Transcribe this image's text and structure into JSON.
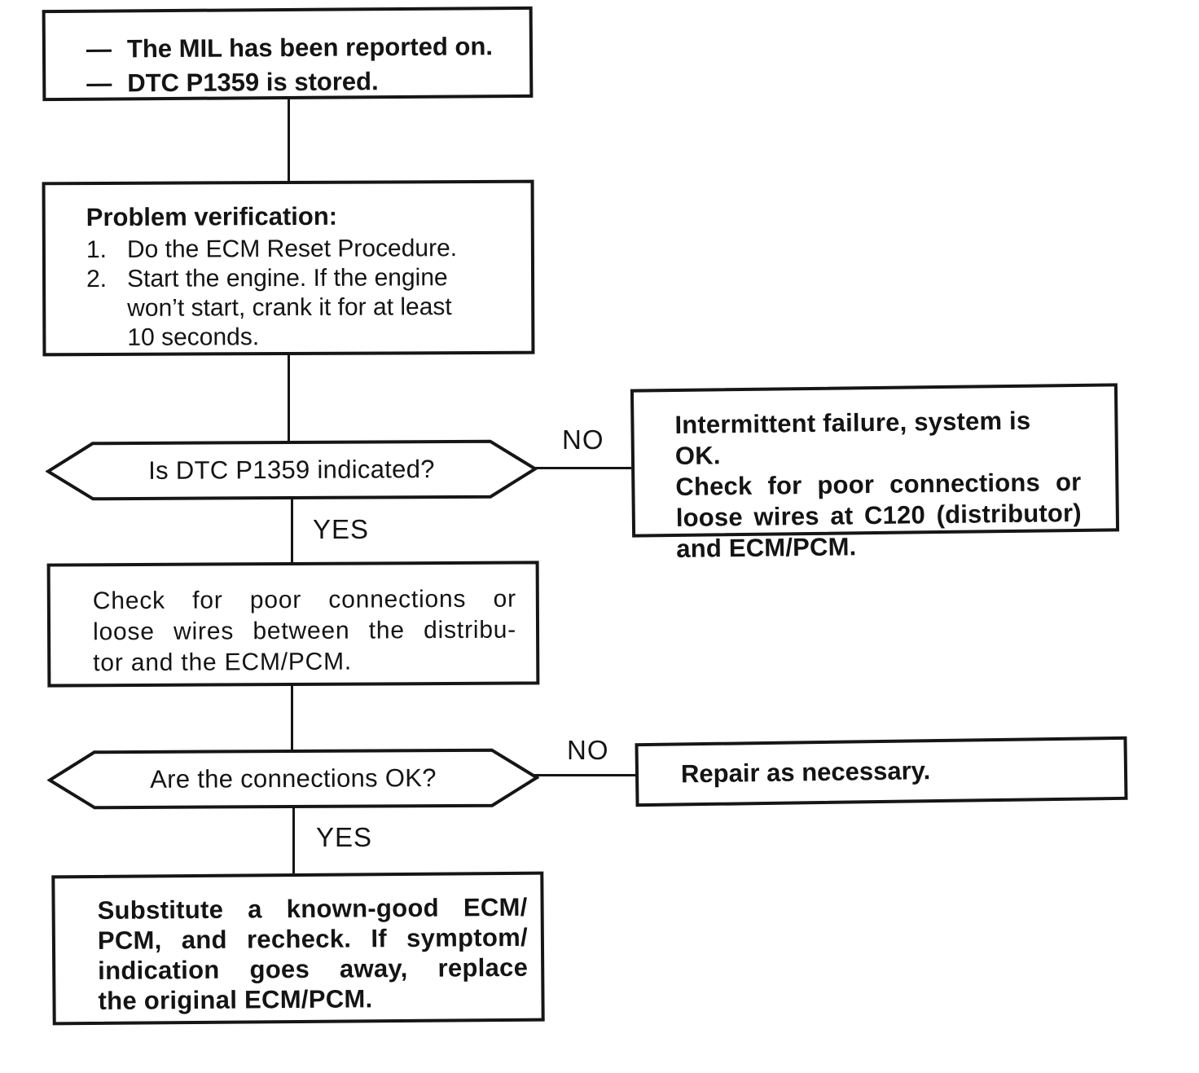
{
  "flowchart": {
    "start_box": {
      "items": [
        {
          "bullet": "—",
          "text": "The MIL has been reported on."
        },
        {
          "bullet": "—",
          "text": "DTC P1359 is stored."
        }
      ]
    },
    "verify_box": {
      "title": "Problem verification:",
      "item1_num": "1.",
      "item1_text": "Do the ECM Reset Procedure.",
      "item2_num": "2.",
      "item2_lines": [
        "Start the engine. If the engine",
        "won’t start, crank it for at least",
        "10 seconds."
      ]
    },
    "decision1": {
      "question": "Is DTC P1359 indicated?",
      "no_label": "NO",
      "yes_label": "YES"
    },
    "intermittent_box": {
      "lines": [
        "Intermittent failure, system is OK.",
        "Check for poor connections or",
        "loose wires at C120 (distributor)",
        "and ECM/PCM."
      ]
    },
    "check_box": {
      "lines": [
        "Check for poor connections or",
        "loose wires between the distribu-",
        "tor and the ECM/PCM."
      ]
    },
    "decision2": {
      "question": "Are the connections OK?",
      "no_label": "NO",
      "yes_label": "YES"
    },
    "repair_box": {
      "text": "Repair as necessary."
    },
    "substitute_box": {
      "lines": [
        "Substitute a known-good ECM/",
        "PCM, and recheck. If symptom/",
        "indication goes away, replace",
        "the original ECM/PCM."
      ]
    },
    "ink_color": "#161616"
  }
}
